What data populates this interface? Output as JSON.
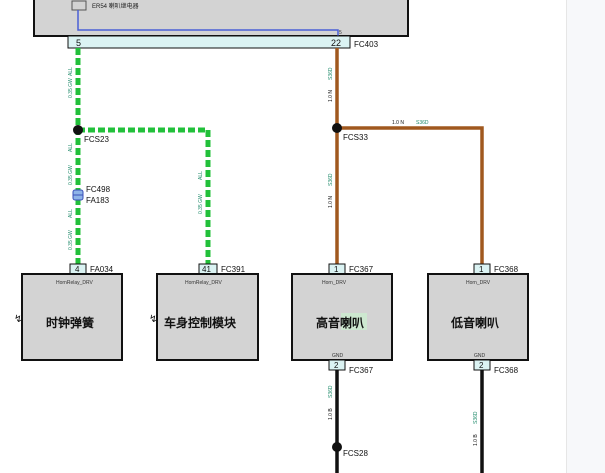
{
  "colors": {
    "green_wire": "#22c03a",
    "brown_wire": "#a0581e",
    "black_wire": "#111111",
    "blue_wire": "#4a5fd6",
    "box_fill": "#d3d3d3",
    "pin_fill": "#dbf3f3",
    "wire_label": "#1f8a6a",
    "highlight": "#cde8d0"
  },
  "top_module": {
    "sub_label": "ER54 喇叭继电器",
    "pin_left": "5",
    "pin_right": "22",
    "connector": "FC403",
    "pin_small": "5"
  },
  "wires": {
    "left_label_a": "ALL",
    "left_label_b": "0.35 GW",
    "mid_label_a": "ALL",
    "mid_label_b": "0.35 GW",
    "brown_label_a": "S36D",
    "brown_label_b": "1.0 N",
    "top_horiz_label_a": "1.0 N",
    "top_horiz_label_b": "S36D",
    "gnd_label_a": "1.0 B",
    "gnd_label_b": "S36D",
    "gnd2_label_a": "1.0 B",
    "gnd2_label_b": "S36D"
  },
  "splices": {
    "fcs23": "FCS23",
    "fcs33": "FCS33",
    "fcs28": "FCS28"
  },
  "inline_connector": {
    "top": "FC498",
    "bottom": "FA183"
  },
  "components": [
    {
      "name": "时钟弹簧",
      "pin": "4",
      "connector": "FA034",
      "signal": "HornRelay_DRV"
    },
    {
      "name": "车身控制模块",
      "pin": "41",
      "connector": "FC391",
      "signal": "HornRelay_DRV"
    },
    {
      "name_prefix": "高音",
      "name_highlight": "喇叭",
      "pin": "1",
      "connector": "FC367",
      "signal": "Horn_DRV",
      "gnd_label": "GND",
      "gnd_pin": "2",
      "gnd_connector": "FC367"
    },
    {
      "name": "低音喇叭",
      "pin": "1",
      "connector": "FC368",
      "signal": "Horn_DRV",
      "gnd_label": "GND",
      "gnd_pin": "2",
      "gnd_connector": "FC368"
    }
  ]
}
